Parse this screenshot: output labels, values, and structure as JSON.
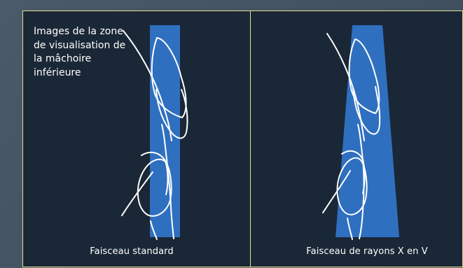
{
  "diagram": {
    "zone_label": "Images de la zone de visualisation de la mâchoire inférieure",
    "left_panel": {
      "caption": "Faisceau standard",
      "beam_shape": "rectangle"
    },
    "right_panel": {
      "caption": "Faisceau de rayons X en V",
      "beam_shape": "trapezoid"
    },
    "colors": {
      "background": "#3e4e5d",
      "panel": "#1a2736",
      "border": "#e6df92",
      "beam": "#2f6fc0",
      "outline": "#ffffff",
      "text": "#ffffff"
    }
  }
}
